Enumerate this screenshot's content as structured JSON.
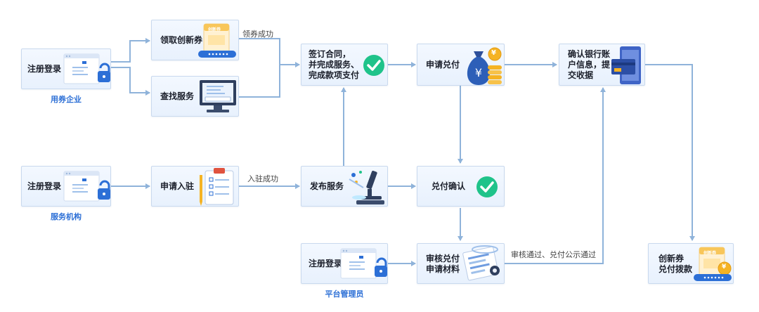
{
  "roles": {
    "enterprise": "用券企业",
    "institution": "服务机构",
    "admin": "平台管理员"
  },
  "nodes": {
    "register_enterprise": "注册登录",
    "get_voucher": "领取创新券",
    "find_service": "查找服务",
    "sign_contract": "签订合同，\n并完成服务、\n完成款项支付",
    "apply_redeem": "申请兑付",
    "confirm_bank": "确认银行账\n户信息，提\n交收据",
    "register_institution": "注册登录",
    "apply_settle": "申请入驻",
    "publish_service": "发布服务",
    "redeem_confirm": "兑付确认",
    "register_admin": "注册登录",
    "review_material": "审核兑付\n申请材料",
    "voucher_payout": "创新券\n兑付拨款"
  },
  "edge_labels": {
    "voucher_success": "领券成功",
    "settle_success": "入驻成功",
    "review_pass": "审核通过、兑付公示通过"
  },
  "illustration_text": {
    "voucher_badge": "创新券",
    "yen": "¥"
  },
  "icons": [
    "lock-icon",
    "voucher-card-icon",
    "monitor-icon",
    "check-icon",
    "money-bag-icon",
    "bank-card-icon",
    "clipboard-icon",
    "microscope-icon",
    "document-scan-icon"
  ],
  "colors": {
    "arrow": "#8fb3da",
    "role_text": "#2c6fd6",
    "check_green": "#1fc38a",
    "coin_gold": "#f5b324"
  }
}
